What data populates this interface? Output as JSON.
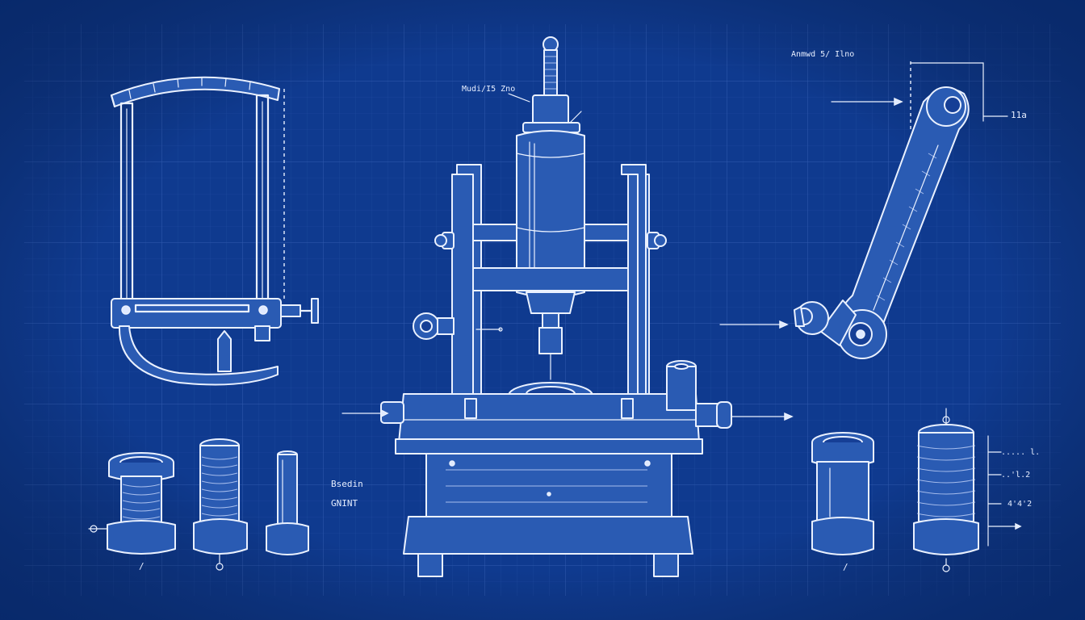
{
  "colors": {
    "background": "#0f3a8f",
    "ink": "#eaf1ff",
    "shade": "#2a5bb3",
    "grid": "#3b64b8"
  },
  "labels": {
    "top_right": "Anmwd 5/ Ilno",
    "spindle": "Mudi/I5 Zno",
    "arm_dim": "11a",
    "left_parts_a": "Bsedin",
    "left_parts_b": "GNINT",
    "part_left_tick": "/",
    "part_right_tick": "/",
    "spring_top": "..... l.",
    "spring_mid": "..'l.2",
    "spring_low": "4'4'2"
  },
  "icons": [
    "frame-clamp",
    "press-machine",
    "crank-arm",
    "bushing",
    "spring-sleeve",
    "bolt-pin",
    "coil-spring"
  ]
}
